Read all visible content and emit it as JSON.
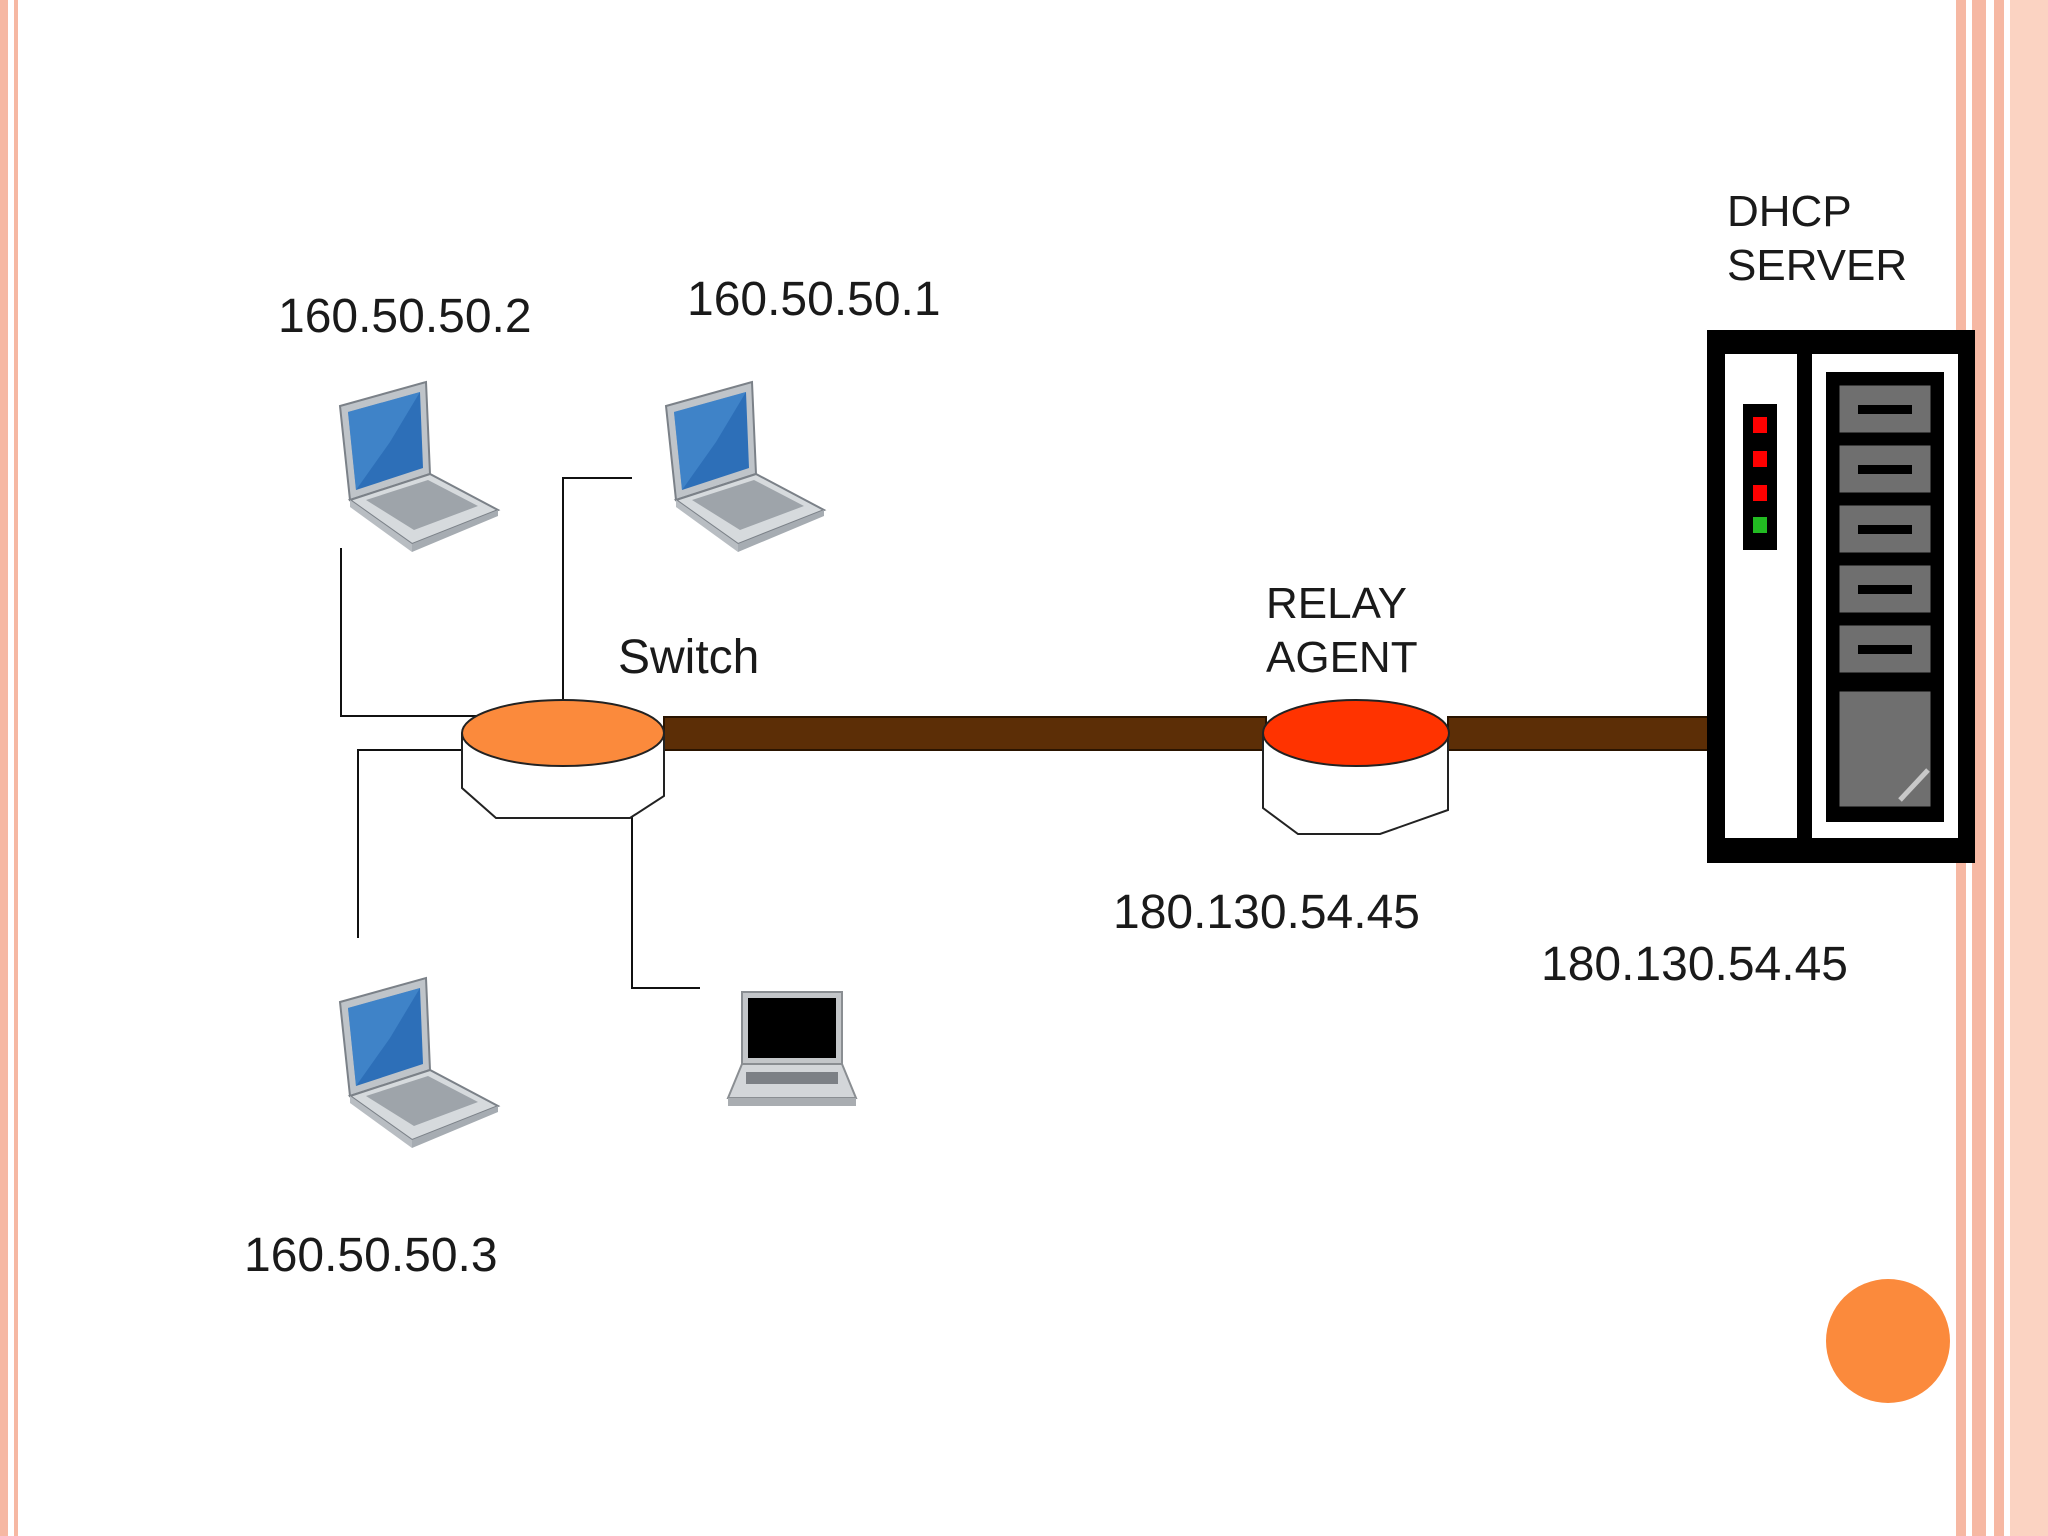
{
  "labels": {
    "laptop_top_left": "160.50.50.2",
    "laptop_top_middle": "160.50.50.1",
    "laptop_bottom_left": "160.50.50.3",
    "switch": "Switch",
    "relay_line1": "RELAY",
    "relay_line2": "AGENT",
    "relay_ip": "180.130.54.45",
    "server_line1": "DHCP",
    "server_line2": "SERVER",
    "server_ip": "180.130.54.45"
  },
  "colors": {
    "slide_border": "#f6b8a3",
    "switch_top": "#fb8a3c",
    "relay_top": "#ff3300",
    "trunk_cable": "#5c2e06",
    "server_body": "#000000",
    "server_drive": "#6f6f6f",
    "led_red": "#ff0000",
    "led_green": "#22bb22",
    "accent_circle": "#fb8a3c",
    "laptop_screen": "#2d6fb8"
  }
}
